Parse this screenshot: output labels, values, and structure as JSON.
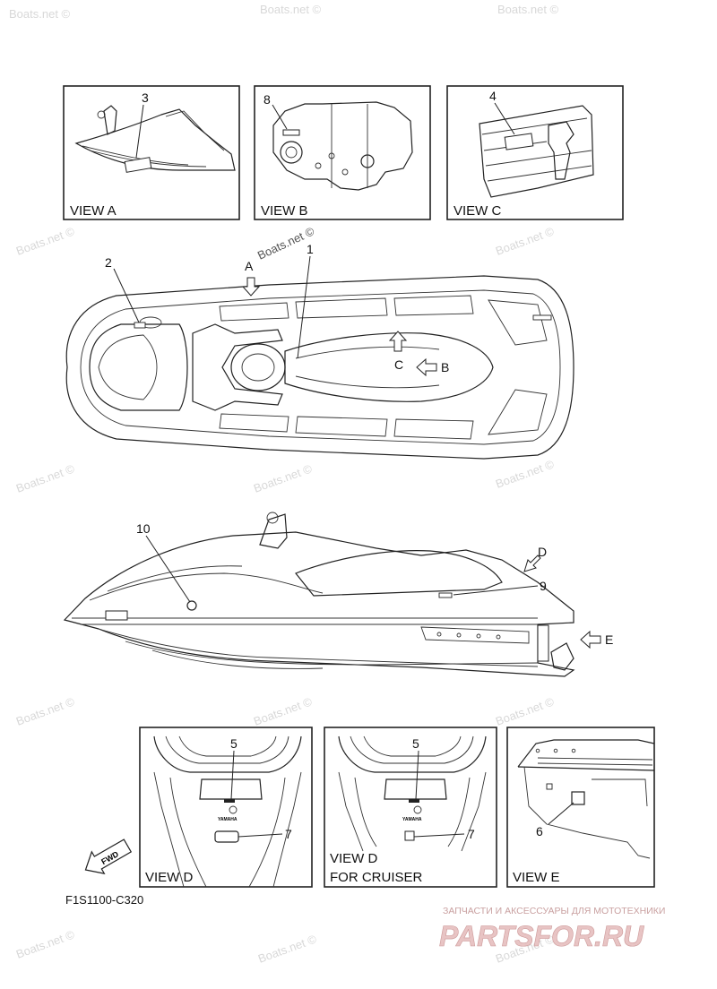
{
  "watermark": "Boats.net ©",
  "views": {
    "a": "VIEW A",
    "b": "VIEW B",
    "c": "VIEW C",
    "d": "VIEW D",
    "d_cruiser_1": "VIEW D",
    "d_cruiser_2": "FOR CRUISER",
    "e": "VIEW E"
  },
  "callouts": {
    "n1": "1",
    "n2": "2",
    "n3": "3",
    "n4": "4",
    "n5": "5",
    "n5b": "5",
    "n6": "6",
    "n7": "7",
    "n7b": "7",
    "n8": "8",
    "n9": "9",
    "n10": "10"
  },
  "arrows": {
    "a": "A",
    "b": "B",
    "c": "C",
    "d": "D",
    "e": "E"
  },
  "fwd": "FWD",
  "yamaha": "YAMAHA",
  "diagram_code": "F1S1100-C320",
  "footer": {
    "tagline": "ЗАПЧАСТИ И АКСЕССУАРЫ ДЛЯ МОТОТЕХНИКИ",
    "brand": "PARTSFOR.RU"
  },
  "colors": {
    "brand_red": "#e8c4c4",
    "watermark": "#d8d8d8",
    "line": "#222222"
  }
}
